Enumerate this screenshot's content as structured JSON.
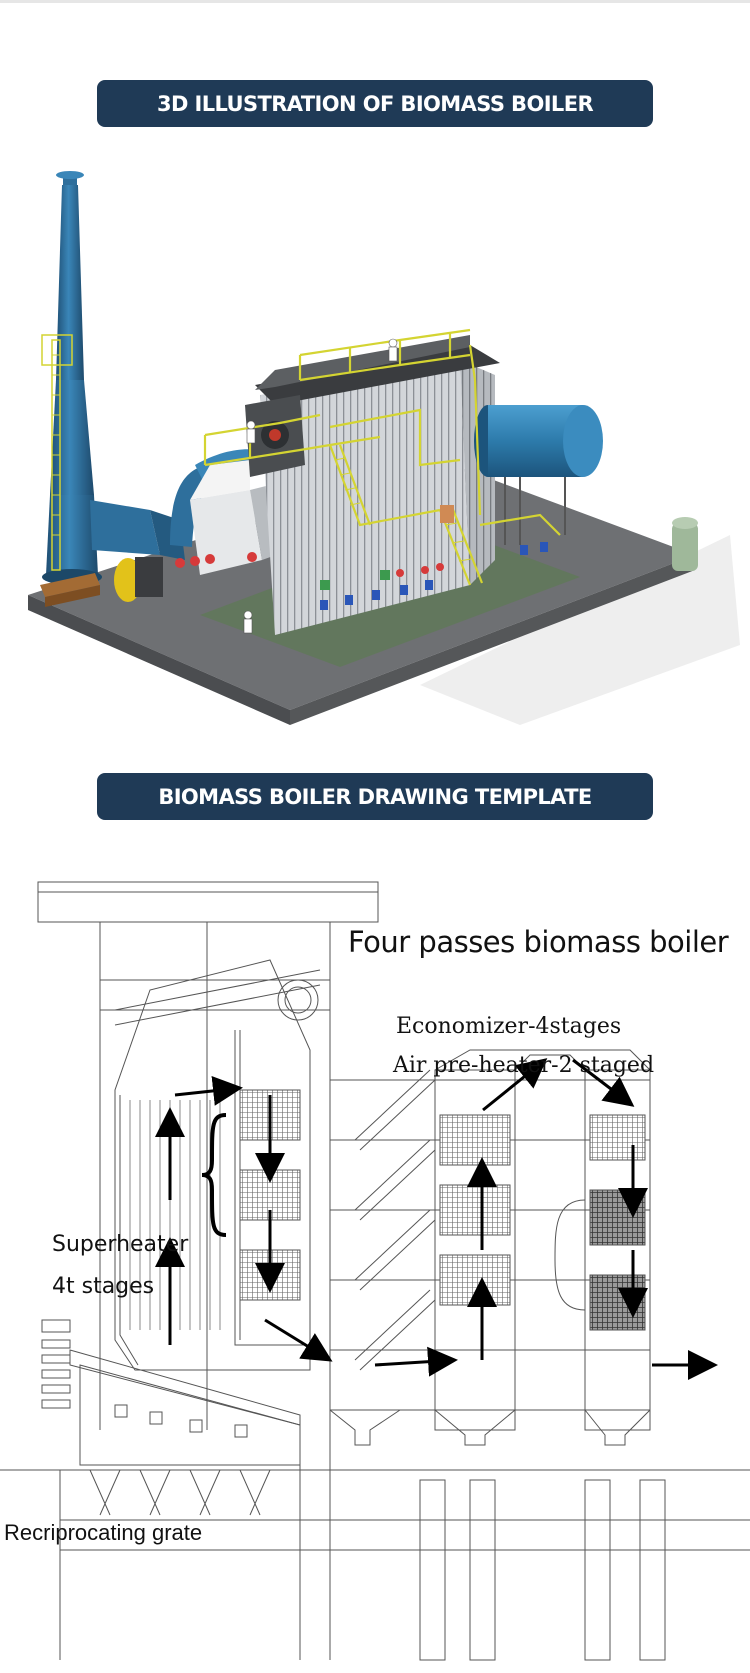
{
  "banners": {
    "top": "3D ILLUSTRATION OF BIOMASS BOILER",
    "bottom": "BIOMASS BOILER DRAWING TEMPLATE"
  },
  "drawing": {
    "title": "Four passes biomass boiler",
    "economizer_label": "Economizer-4stages",
    "air_preheater_label": "Air pre-heater-2 staged",
    "superheater_label_line1": "Superheater",
    "superheater_label_line2": "4t stages",
    "grate_label": "Recriprocating grate"
  },
  "colors": {
    "banner_bg": "#1f3a56",
    "banner_text": "#ffffff",
    "chimney": "#2e6f9c",
    "drum": "#2c78a8",
    "steel_frame": "#d8d838",
    "casing": "#c9ccd0",
    "floor": "#6b6d70"
  }
}
